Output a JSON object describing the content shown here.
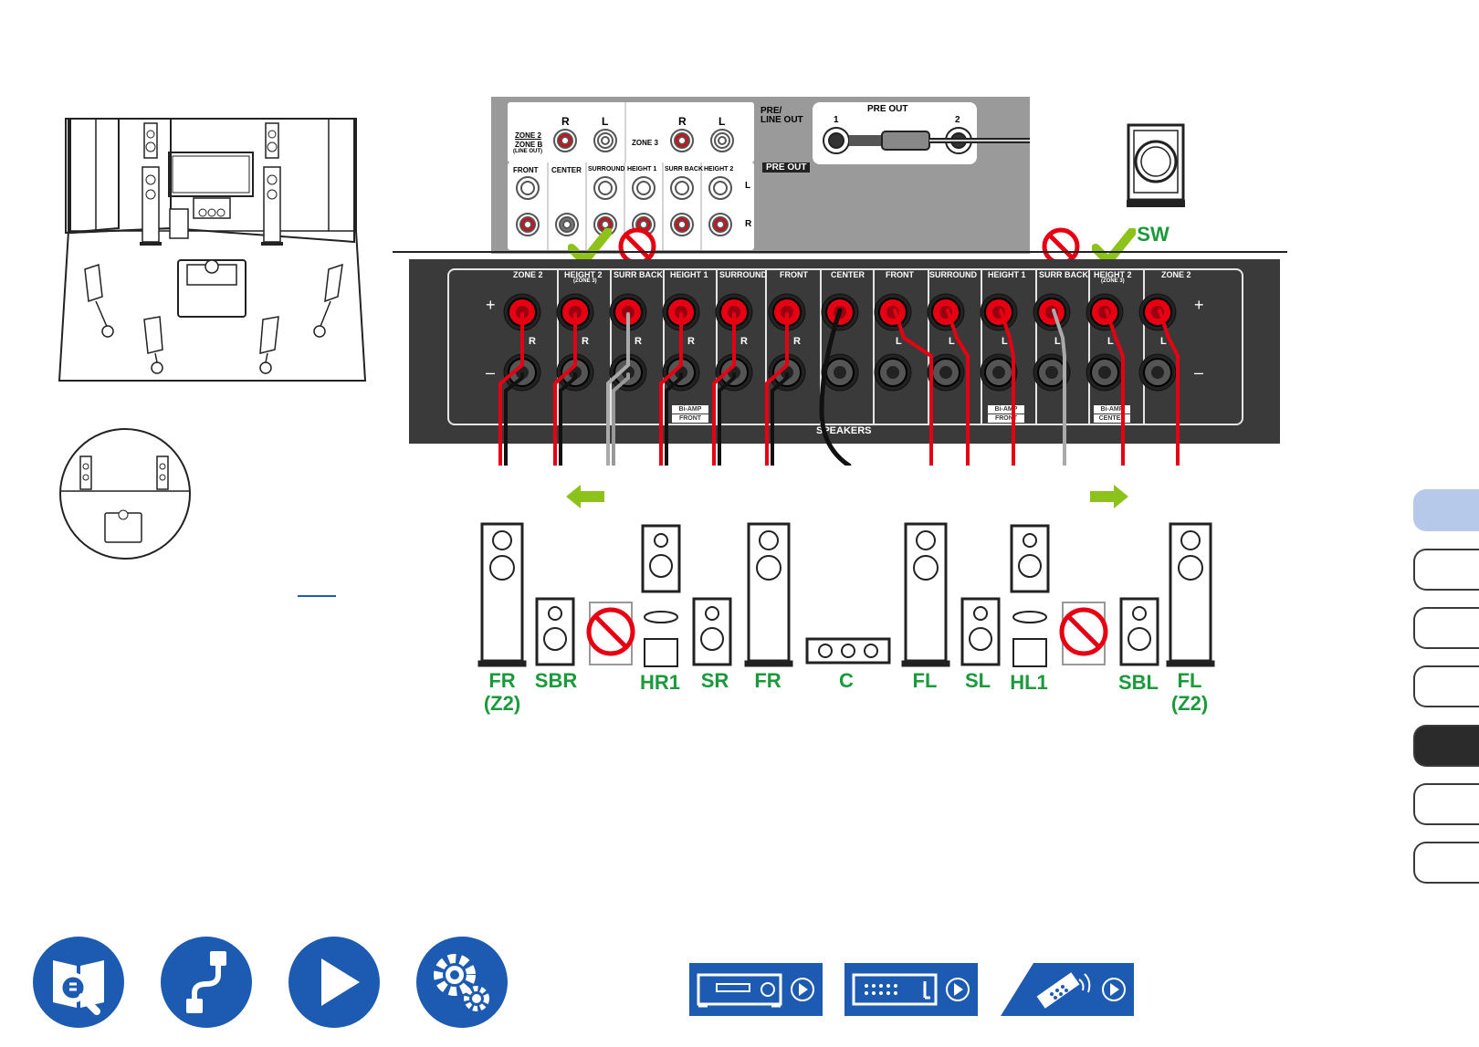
{
  "colors": {
    "accent_blue": "#1d5bb2",
    "label_green": "#1a9a3a",
    "check_green": "#8cc21a",
    "panel_dark": "#3a3a3a",
    "panel_gray": "#9a9a9a",
    "wire_red": "#e60012",
    "prohibit_red": "#e60012",
    "tab_highlight": "#b7c9ea",
    "tab_dark": "#2b2b2b"
  },
  "preout_panel": {
    "zone_labels": [
      "R",
      "L",
      "R",
      "L"
    ],
    "zone2": "ZONE 2",
    "zone_b": "ZONE B",
    "line_out": "(LINE OUT)",
    "zone3": "ZONE 3",
    "pre_line_out_1": "PRE/",
    "pre_line_out_2": "LINE OUT",
    "pre_out_title": "PRE OUT",
    "pre_out_1": "1",
    "pre_out_2": "2",
    "pre_out_lower": "PRE OUT",
    "channel_labels": [
      "FRONT",
      "CENTER",
      "SURROUND",
      "HEIGHT 1",
      "SURR BACK",
      "HEIGHT 2"
    ],
    "side_L": "L",
    "side_R": "R"
  },
  "subwoofer": {
    "label": "SW",
    "icon": "subwoofer-icon"
  },
  "speaker_panel": {
    "right_headers": [
      "ZONE 2",
      "HEIGHT 2",
      "SURR BACK",
      "HEIGHT 1",
      "SURROUND",
      "FRONT",
      "CENTER"
    ],
    "height2_sub": "(ZONE 3)",
    "left_headers": [
      "FRONT",
      "SURROUND",
      "HEIGHT 1",
      "SURR BACK",
      "HEIGHT 2",
      "ZONE 2"
    ],
    "channels_top": [
      "R",
      "R",
      "R",
      "R",
      "R",
      "R",
      "L",
      "L",
      "L",
      "L",
      "L",
      "L"
    ],
    "plus": "+",
    "minus": "–",
    "speakers_label": "SPEAKERS",
    "biamp_1": "Bi-AMP",
    "biamp_front": "FRONT",
    "biamp_center": "CENTER"
  },
  "speakers": [
    {
      "label": "FR",
      "sub": "(Z2)",
      "icon": "floorstanding-speaker-icon"
    },
    {
      "label": "SBR",
      "sub": "",
      "icon": "bookshelf-speaker-icon"
    },
    {
      "label": "HR1",
      "sub": "",
      "icon": "height-speaker-icon"
    },
    {
      "label": "SR",
      "sub": "",
      "icon": "bookshelf-speaker-icon"
    },
    {
      "label": "FR",
      "sub": "",
      "icon": "floorstanding-speaker-icon"
    },
    {
      "label": "C",
      "sub": "",
      "icon": "center-speaker-icon"
    },
    {
      "label": "FL",
      "sub": "",
      "icon": "floorstanding-speaker-icon"
    },
    {
      "label": "SL",
      "sub": "",
      "icon": "bookshelf-speaker-icon"
    },
    {
      "label": "HL1",
      "sub": "",
      "icon": "height-speaker-icon"
    },
    {
      "label": "SBL",
      "sub": "",
      "icon": "bookshelf-speaker-icon"
    },
    {
      "label": "FL",
      "sub": "(Z2)",
      "icon": "floorstanding-speaker-icon"
    }
  ],
  "side_tabs": [
    {
      "state": "highlight"
    },
    {
      "state": "normal"
    },
    {
      "state": "normal"
    },
    {
      "state": "normal"
    },
    {
      "state": "active"
    },
    {
      "state": "normal"
    },
    {
      "state": "normal"
    }
  ],
  "bottom_nav": [
    {
      "icon": "manual-search-icon"
    },
    {
      "icon": "connection-cable-icon"
    },
    {
      "icon": "play-icon"
    },
    {
      "icon": "settings-gears-icon"
    }
  ],
  "device_nav": [
    {
      "icon": "front-panel-icon"
    },
    {
      "icon": "rear-panel-icon"
    },
    {
      "icon": "remote-control-icon"
    }
  ]
}
